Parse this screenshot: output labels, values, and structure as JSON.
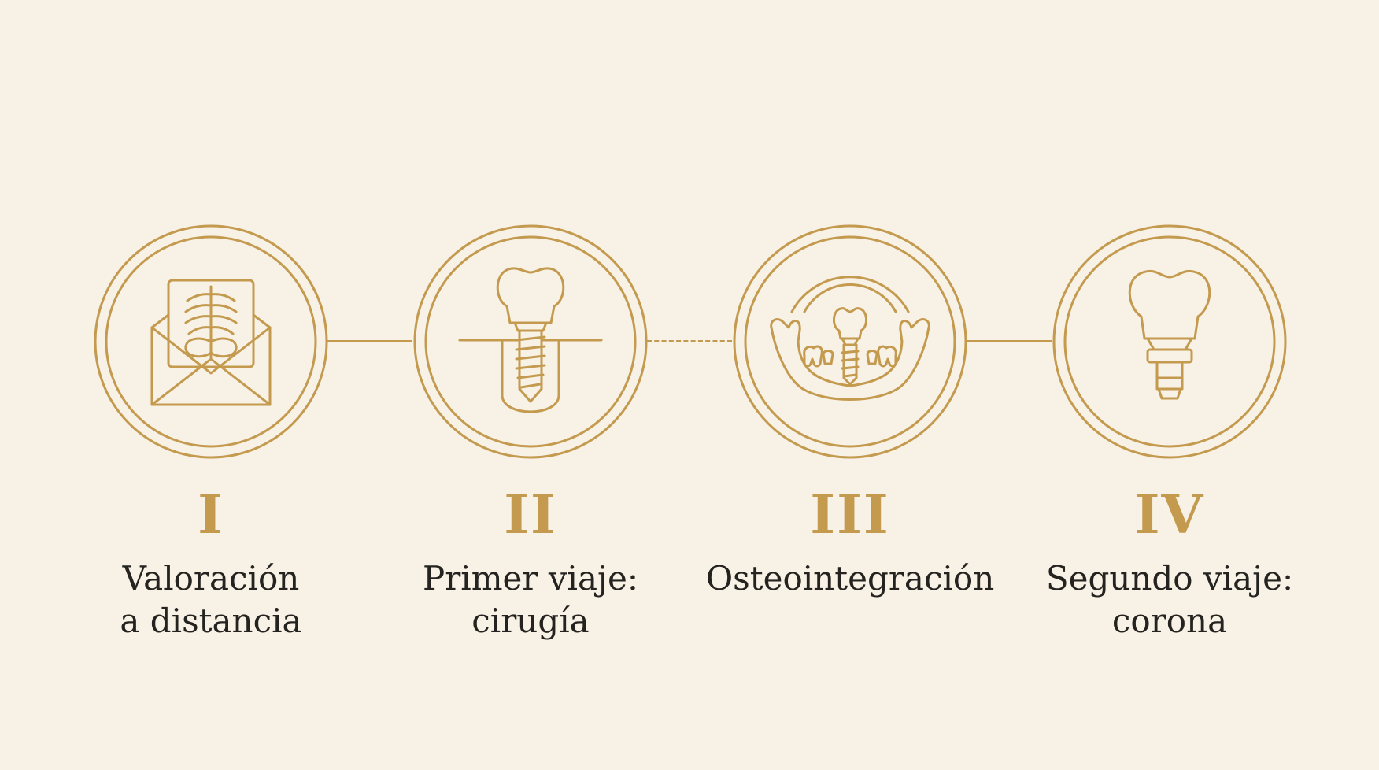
{
  "accent_color": "#c39a4e",
  "background_color": "#f8f1e6",
  "text_color": "#24231f",
  "steps": [
    {
      "numeral": "I",
      "label_line1": "Valoración",
      "label_line2": "a distancia",
      "icon": "xray-envelope-icon"
    },
    {
      "numeral": "II",
      "label_line1": "Primer viaje:",
      "label_line2": "cirugía",
      "icon": "dental-implant-icon"
    },
    {
      "numeral": "III",
      "label_line1": "Osteointegración",
      "label_line2": "",
      "icon": "jaw-implant-icon"
    },
    {
      "numeral": "IV",
      "label_line1": "Segundo viaje:",
      "label_line2": "corona",
      "icon": "crown-abutment-icon"
    }
  ],
  "connectors": [
    "solid",
    "dashed",
    "solid"
  ]
}
